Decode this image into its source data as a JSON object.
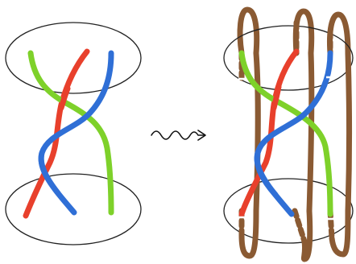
{
  "colors": {
    "red": "#e8402c",
    "green": "#7ed12a",
    "blue": "#2f6fd6",
    "brown": "#8a5a33",
    "outline": "#222222",
    "background": "#ffffff"
  },
  "left_braid": {
    "strands": [
      "red",
      "green",
      "blue"
    ],
    "disks": 2
  },
  "arrow": {
    "style": "squiggly",
    "direction": "right"
  },
  "right_braid": {
    "strands": [
      "red",
      "green",
      "blue"
    ],
    "disks": 2,
    "closure_loops": 3,
    "loop_color": "brown"
  }
}
